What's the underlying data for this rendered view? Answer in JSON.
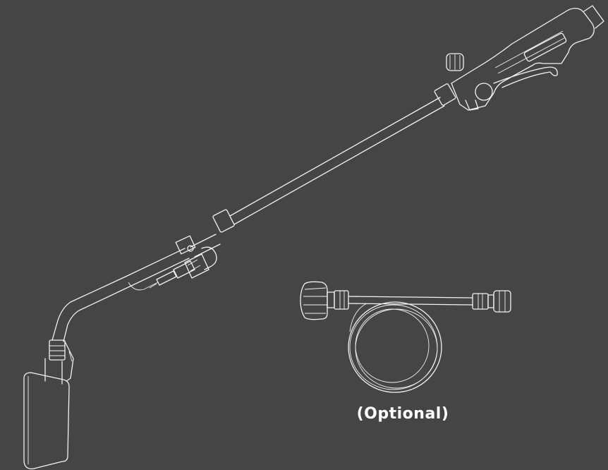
{
  "caption": "(Optional)",
  "colors": {
    "background": "#454545",
    "line": "#f2f2f2",
    "text": "#ffffff"
  },
  "parts": {
    "torch": "torch-assembly",
    "hose": "coiled-hose-assembly"
  }
}
